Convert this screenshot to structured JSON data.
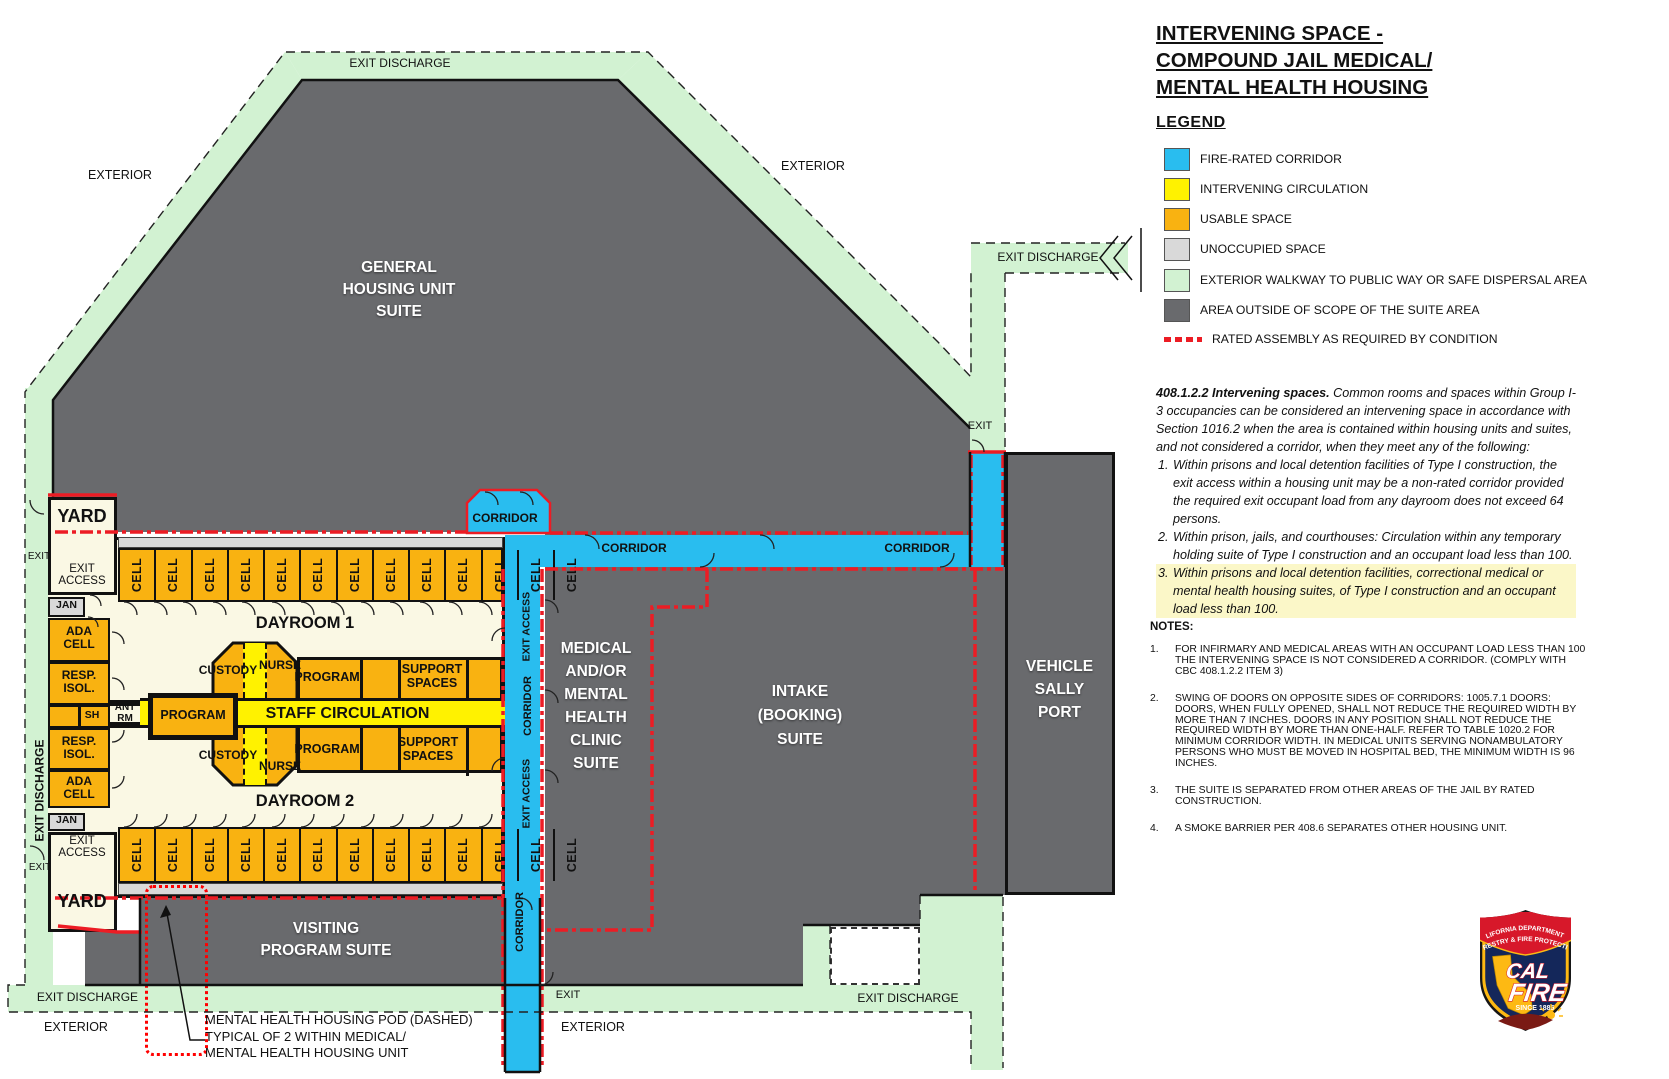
{
  "title": {
    "line1": "INTERVENING SPACE -",
    "line2": "COMPOUND JAIL MEDICAL/",
    "line3": "MENTAL HEALTH HOUSING"
  },
  "legend": {
    "heading": "LEGEND",
    "items": [
      {
        "label": "FIRE-RATED CORRIDOR",
        "color": "#29BDEF"
      },
      {
        "label": "INTERVENING CIRCULATION",
        "color": "#FFF200"
      },
      {
        "label": "USABLE SPACE",
        "color": "#F9B211"
      },
      {
        "label": "UNOCCUPIED SPACE",
        "color": "#D9D9D9"
      },
      {
        "label": "EXTERIOR WALKWAY TO PUBLIC WAY OR SAFE DISPERSAL AREA",
        "color": "#D2F2D2"
      },
      {
        "label": "AREA OUTSIDE OF SCOPE OF THE SUITE AREA",
        "color": "#696A6D"
      },
      {
        "label": "RATED ASSEMBLY AS REQUIRED BY CONDITION",
        "color": "#EC1C24",
        "style": "dashed-line"
      }
    ]
  },
  "code_section": {
    "heading": "408.1.2.2 Intervening spaces.",
    "intro": " Common rooms and spaces within Group I-3 occupancies can be considered an intervening space in accordance with Section 1016.2 when the area is contained within housing units and suites, and not considered a corridor, when they meet any of the following:",
    "items": [
      {
        "num": "1.",
        "text": "Within prisons and local detention facilities of Type I construction, the exit access within a housing unit may be a non-rated corridor provided the required exit occupant load from any dayroom does not exceed 64 persons.",
        "highlight": false
      },
      {
        "num": "2.",
        "text": "Within prison, jails, and courthouses: Circulation within any temporary holding suite of Type I construction and an occupant load less than 100.",
        "highlight": false
      },
      {
        "num": "3.",
        "text": "Within prisons and local detention facilities, correctional medical or mental health housing suites, of Type I construction and an occupant load less than 100.",
        "highlight": true
      }
    ]
  },
  "notes": {
    "heading": "NOTES:",
    "items": [
      {
        "num": "1.",
        "text": "FOR INFIRMARY AND MEDICAL AREAS WITH AN OCCUPANT LOAD LESS THAN 100 THE INTERVENING SPACE IS NOT CONSIDERED A CORRIDOR. (COMPLY WITH CBC 408.1.2.2 ITEM 3)"
      },
      {
        "num": "2.",
        "text": "SWING OF DOORS ON OPPOSITE SIDES OF CORRIDORS: 1005.7.1 DOORS: DOORS, WHEN FULLY OPENED, SHALL NOT REDUCE THE REQUIRED WIDTH BY MORE THAN 7 INCHES. DOORS IN ANY POSITION SHALL NOT REDUCE THE REQUIRED WIDTH BY MORE THAN ONE-HALF. REFER TO TABLE 1020.2 FOR MINIMUM CORRIDOR WIDTH. IN MEDICAL UNITS SERVING NONAMBULATORY PERSONS WHO MUST BE MOVED IN HOSPITAL BED, THE MINIMUM WIDTH IS 96 INCHES."
      },
      {
        "num": "3.",
        "text": "THE SUITE IS SEPARATED FROM OTHER AREAS OF THE JAIL BY RATED CONSTRUCTION."
      },
      {
        "num": "4.",
        "text": "A SMOKE BARRIER PER 408.6 SEPARATES OTHER HOUSING UNIT."
      }
    ]
  },
  "plan": {
    "suites": {
      "general": "GENERAL\nHOUSING UNIT\nSUITE",
      "medical": "MEDICAL\nAND/OR\nMENTAL\nHEALTH\nCLINIC\nSUITE",
      "intake": "INTAKE\n(BOOKING)\nSUITE",
      "sally_port": "VEHICLE\nSALLY\nPORT",
      "visiting": "VISITING\nPROGRAM SUITE"
    },
    "rooms": {
      "cell": "CELL",
      "dayroom1": "DAYROOM 1",
      "dayroom2": "DAYROOM 2",
      "yard": "YARD",
      "jan": "JAN",
      "ada_cell": "ADA\nCELL",
      "resp_isol": "RESP.\nISOL.",
      "sh": "SH",
      "ant_rm": "ANT\nRM",
      "custody": "CUSTODY",
      "nurse": "NURSE",
      "program": "PROGRAM",
      "support_spaces": "SUPPORT\nSPACES",
      "staff_circulation": "STAFF CIRCULATION"
    },
    "circulation": {
      "corridor": "CORRIDOR",
      "exit": "EXIT",
      "exit_access": "EXIT\nACCESS",
      "exit_discharge": "EXIT DISCHARGE",
      "exterior": "EXTERIOR"
    },
    "cells_per_row": 13,
    "callout": "MENTAL HEALTH HOUSING POD (DASHED)\nTYPICAL OF 2 WITHIN MEDICAL/\nMENTAL HEALTH HOUSING UNIT"
  },
  "badge": {
    "arc_line1": "CALIFORNIA DEPARTMENT OF",
    "arc_line2": "FORESTRY & FIRE PROTECTION",
    "cal": "CAL",
    "fire": "FIRE",
    "since": "SINCE 1885"
  },
  "colors": {
    "fire_rated_corridor": "#29BDEF",
    "intervening_circulation": "#FFF200",
    "usable_space": "#F9B211",
    "unoccupied_space": "#D9D9D9",
    "exterior_walkway": "#D2F2D2",
    "outside_scope": "#696A6D",
    "rated_assembly": "#EC1C24",
    "housing_floor": "#FAF8E4"
  }
}
